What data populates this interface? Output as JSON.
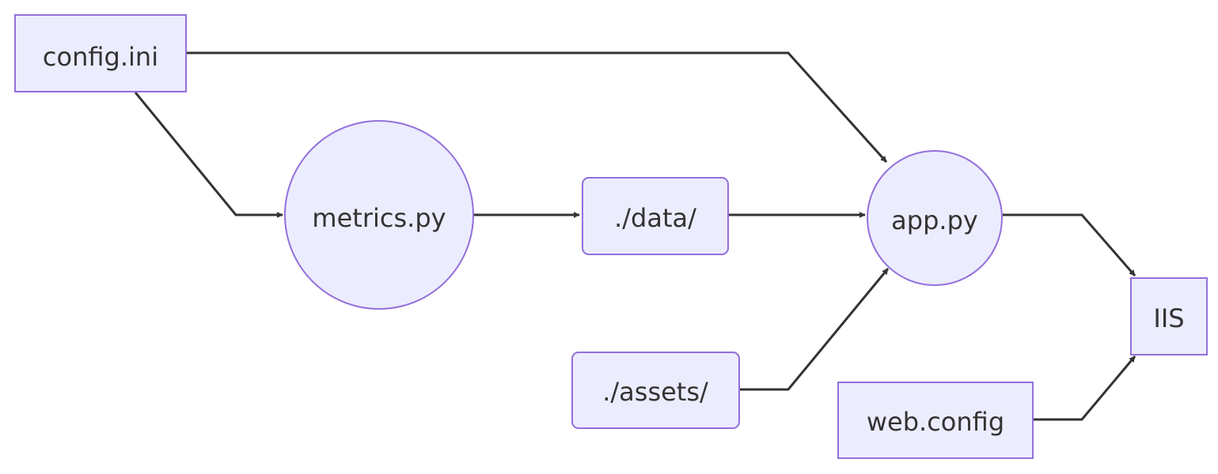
{
  "diagram": {
    "type": "flowchart",
    "nodes": {
      "config_ini": {
        "label": "config.ini",
        "shape": "rect"
      },
      "metrics_py": {
        "label": "metrics.py",
        "shape": "circle"
      },
      "data_dir": {
        "label": "./data/",
        "shape": "rounded-rect"
      },
      "assets_dir": {
        "label": "./assets/",
        "shape": "rounded-rect"
      },
      "app_py": {
        "label": "app.py",
        "shape": "circle"
      },
      "web_config": {
        "label": "web.config",
        "shape": "rect"
      },
      "iis": {
        "label": "IIS",
        "shape": "rect"
      }
    },
    "edges": [
      {
        "from": "config.ini",
        "to": "app.py"
      },
      {
        "from": "config.ini",
        "to": "metrics.py"
      },
      {
        "from": "metrics.py",
        "to": "./data/"
      },
      {
        "from": "./data/",
        "to": "app.py"
      },
      {
        "from": "./assets/",
        "to": "app.py"
      },
      {
        "from": "app.py",
        "to": "IIS"
      },
      {
        "from": "web.config",
        "to": "IIS"
      }
    ],
    "colors": {
      "node_fill": "#ECECFF",
      "node_stroke": "#9370DB",
      "edge": "#333333",
      "text": "#333333"
    }
  }
}
